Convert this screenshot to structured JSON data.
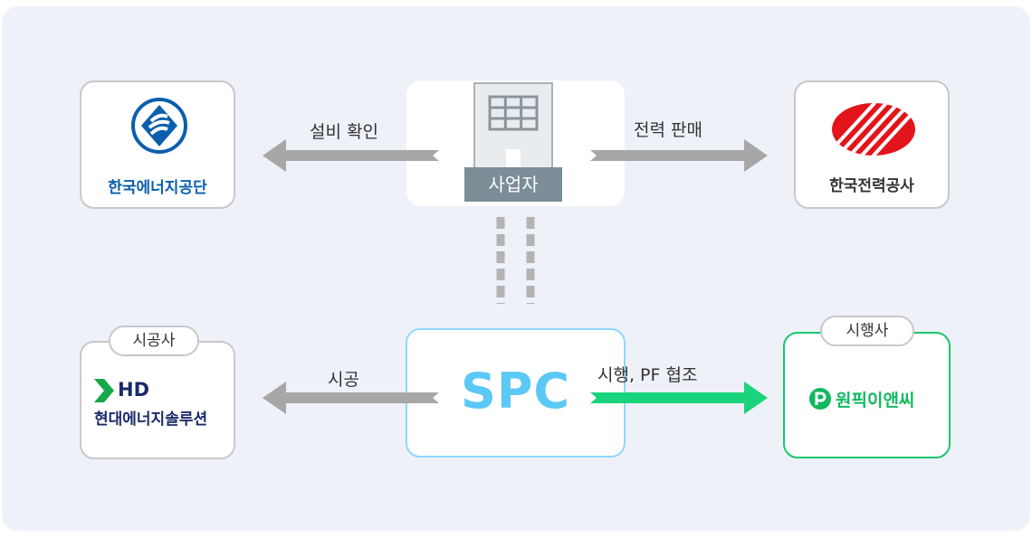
{
  "nodes": {
    "energy_agency": {
      "name": "한국에너지공단"
    },
    "operator": {
      "name": "사업자"
    },
    "kepco": {
      "name": "한국전력공사"
    },
    "contractor": {
      "tag": "시공사",
      "logo_mark": "HD",
      "name": "현대에너지솔루션"
    },
    "spc": {
      "name": "SPC"
    },
    "developer": {
      "tag": "시행사",
      "name": "원픽이앤씨"
    }
  },
  "edges": {
    "to_agency": "설비 확인",
    "to_kepco": "전력 판매",
    "to_contractor": "시공",
    "to_developer": "시행, PF 협조"
  },
  "colors": {
    "arrow_gray": "#a7a7a7",
    "arrow_green": "#19d47a",
    "spc_blue": "#5bc8f5",
    "kepco_red": "#e3151b",
    "agency_blue": "#0b5fae",
    "hd_navy": "#1b2a6b",
    "hd_green": "#14a84a",
    "onepick_green": "#12b85d"
  },
  "icons": {
    "agency_logo": "diamond-emblem-icon",
    "operator": "building-icon",
    "kepco_logo": "striped-circle-emblem-icon",
    "hd_logo": "chevron-icon",
    "onepick_logo": "p-circle-icon"
  }
}
